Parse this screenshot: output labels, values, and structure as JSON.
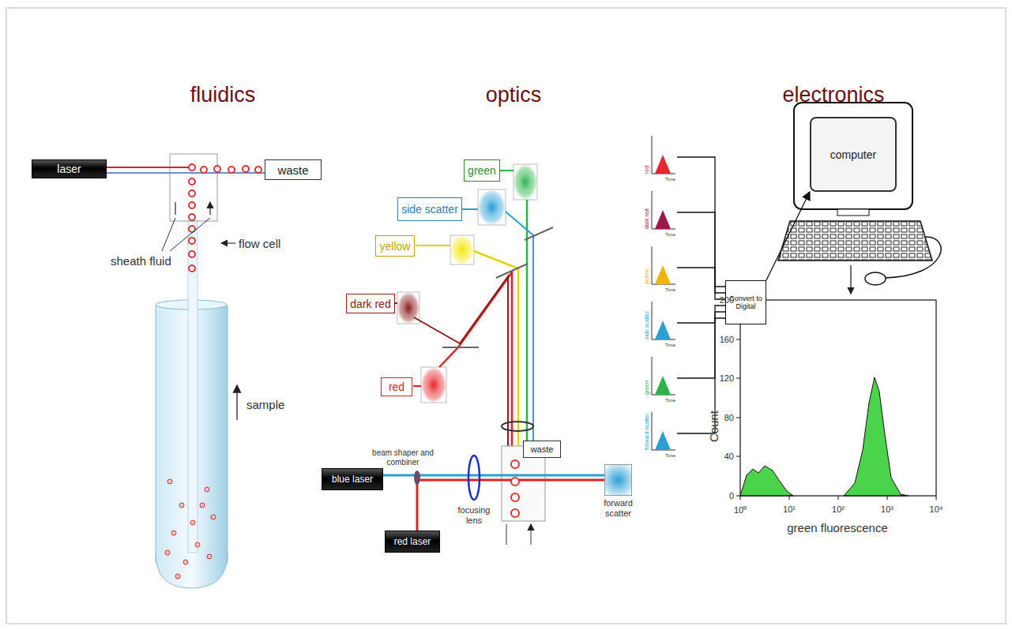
{
  "diagram": {
    "nodes": [
      {
        "text": [
          "laser"
        ]
      },
      {
        "text": [
          "waste"
        ]
      },
      {
        "text": [
          "green"
        ]
      },
      {
        "text": [
          "side scatter"
        ]
      },
      {
        "text": [
          "yellow"
        ]
      },
      {
        "text": [
          "dark red"
        ]
      },
      {
        "text": [
          "red"
        ]
      },
      {
        "text": [
          "blue laser"
        ]
      },
      {
        "text": [
          "red laser"
        ]
      },
      {
        "text": [
          "waste"
        ]
      },
      {
        "text": [
          "forward scatter"
        ]
      },
      {
        "text": [
          "red",
          "Time"
        ]
      },
      {
        "text": [
          "dark red",
          "Time"
        ]
      },
      {
        "text": [
          "yellow",
          "Time"
        ]
      },
      {
        "text": [
          "side scatter",
          "Time"
        ]
      },
      {
        "text": [
          "green",
          "Time"
        ]
      },
      {
        "text": [
          "forward scatter",
          "Time"
        ]
      },
      {
        "text": [
          "Convert to Digital"
        ]
      },
      {
        "text": [
          "computer"
        ]
      }
    ],
    "edges": [
      {
        "from": 11,
        "to": 17,
        "arrow": "none"
      },
      {
        "from": 12,
        "to": 17,
        "arrow": "none"
      },
      {
        "from": 13,
        "to": 17,
        "arrow": "none"
      },
      {
        "from": 14,
        "to": 17,
        "arrow": "none"
      },
      {
        "from": 15,
        "to": 17,
        "arrow": "none"
      },
      {
        "from": 16,
        "to": 17,
        "arrow": "none"
      },
      {
        "from": 17,
        "to": 18,
        "arrow": "to"
      }
    ],
    "labels": [
      "fluidics",
      "optics",
      "electronics",
      "flow cell",
      "sheath fluid",
      "sample",
      "beam shaper and combiner",
      "focusing lens",
      "Count",
      "green fluorescence",
      "0",
      "40",
      "80",
      "120",
      "160",
      "200",
      "10⁰",
      "10¹",
      "10²",
      "10³",
      "10⁴"
    ]
  }
}
